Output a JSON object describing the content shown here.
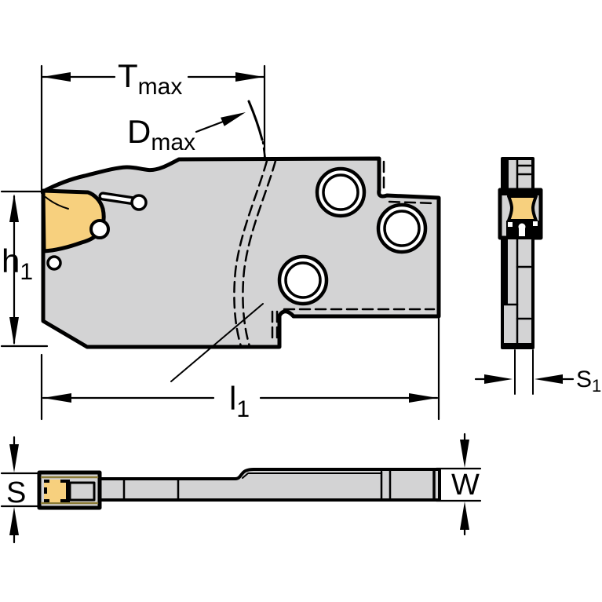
{
  "labels": {
    "t_max": {
      "base": "T",
      "sub": "max"
    },
    "d_max": {
      "base": "D",
      "sub": "max"
    },
    "h1": {
      "base": "h",
      "sub": "1"
    },
    "l1": {
      "base": "l",
      "sub": "1"
    },
    "s1": {
      "base": "S",
      "sub": "1"
    },
    "s": {
      "base": "S"
    },
    "w": {
      "base": "W"
    }
  },
  "colors": {
    "background": "#ffffff",
    "body_gray": "#d3d3d4",
    "insert_yellow": "#f7d07e",
    "insert_edge_olive": "#8b7b36",
    "line": "#000000"
  }
}
